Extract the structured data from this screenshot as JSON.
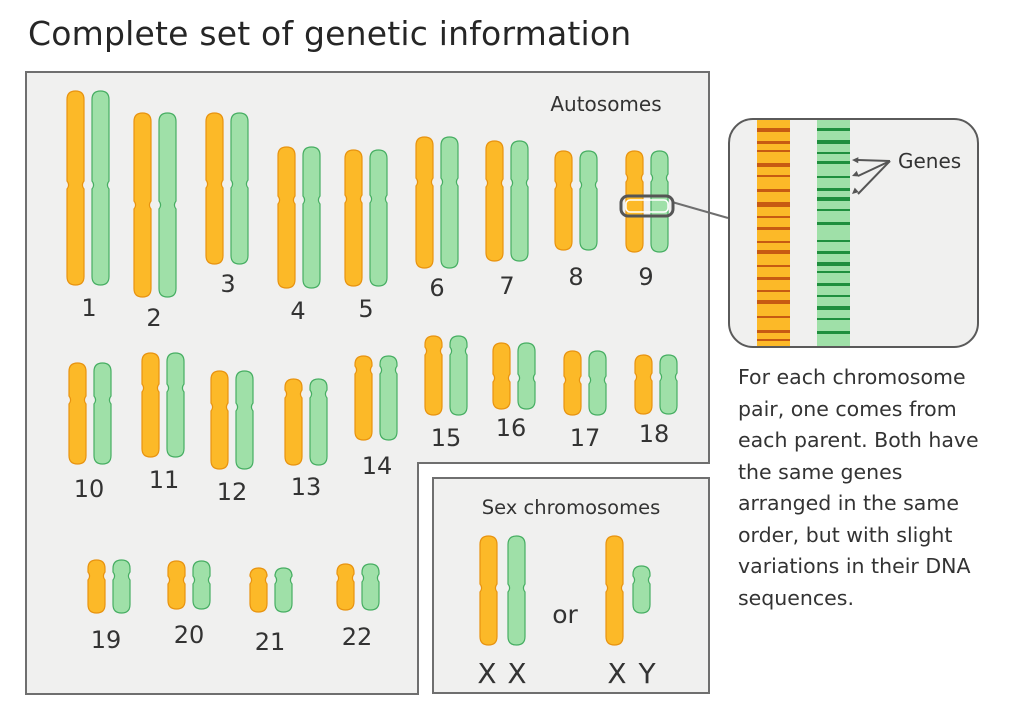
{
  "title": "Complete set of genetic information",
  "autosomes_label": "Autosomes",
  "sex_chromosomes_label": "Sex chromosomes",
  "genes_label": "Genes",
  "or_label": "or",
  "caption": "For each chromosome pair, one comes from each parent. Both have the same genes arranged in the same order, but with slight variations in their DNA sequences.",
  "colors": {
    "maternal_fill": "#fcb928",
    "maternal_stroke": "#e8930f",
    "paternal_fill": "#9fe0a8",
    "paternal_stroke": "#46ae62",
    "panel_background": "#f0f0ef",
    "panel_border": "#6f6f6f",
    "maternal_band": "#c75a12",
    "paternal_band": "#1f8f3e"
  },
  "chromosome_numbers": [
    "1",
    "2",
    "3",
    "4",
    "5",
    "6",
    "7",
    "8",
    "9",
    "10",
    "11",
    "12",
    "13",
    "14",
    "15",
    "16",
    "17",
    "18",
    "19",
    "20",
    "21",
    "22"
  ],
  "sex_pairs": [
    {
      "left": "X",
      "right": "X"
    },
    {
      "left": "X",
      "right": "Y"
    }
  ]
}
